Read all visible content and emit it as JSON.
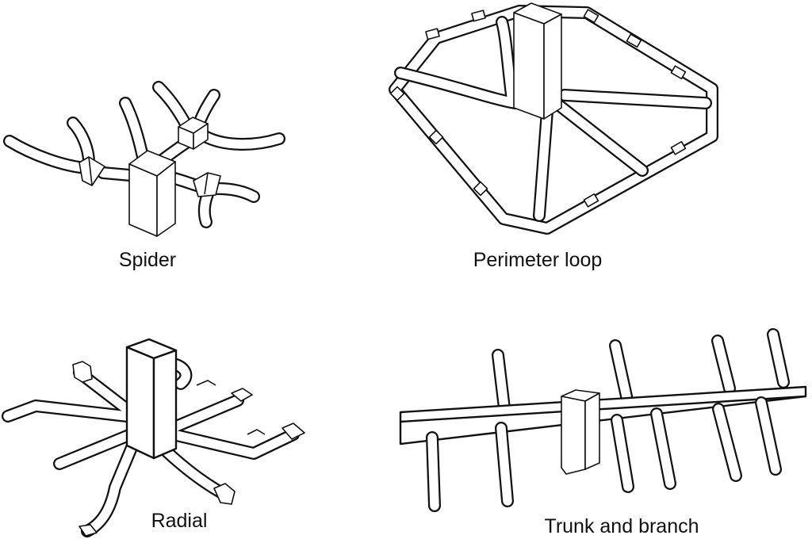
{
  "diagrams": {
    "spider": {
      "label": "Spider"
    },
    "perimeter_loop": {
      "label": "Perimeter loop"
    },
    "radial": {
      "label": "Radial"
    },
    "trunk_and_branch": {
      "label": "Trunk and branch"
    }
  },
  "colors": {
    "stroke": "#111111",
    "background": "#ffffff"
  }
}
